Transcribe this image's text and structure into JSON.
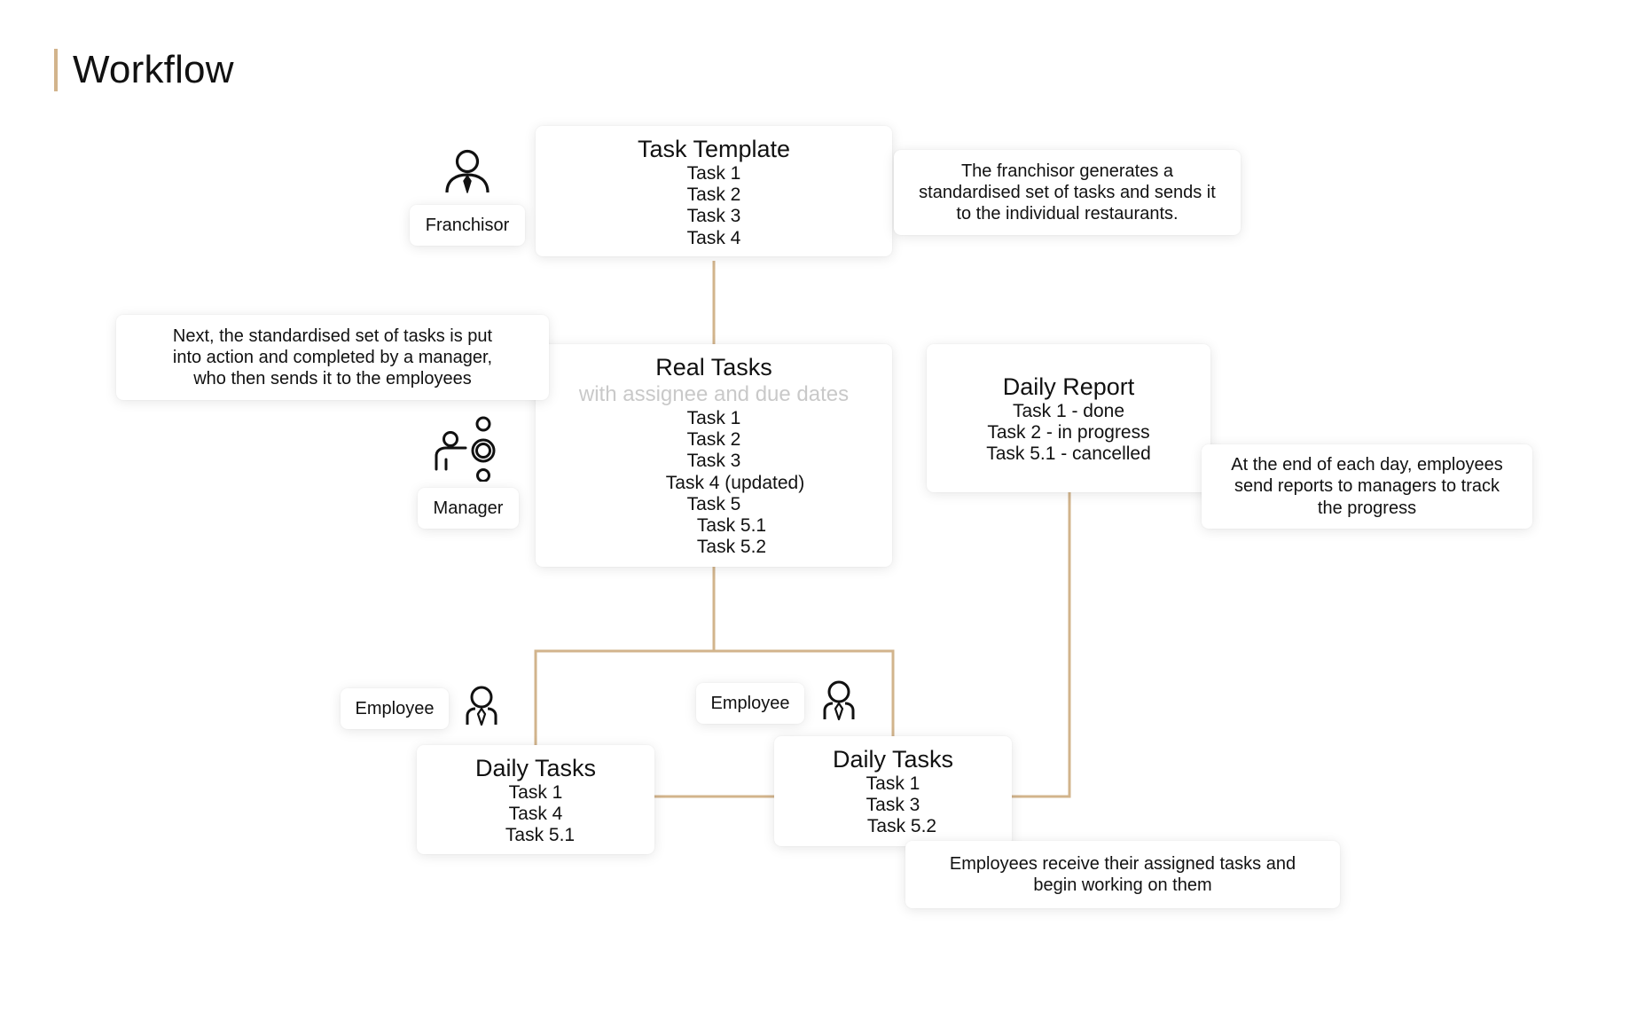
{
  "page": {
    "title": "Workflow"
  },
  "colors": {
    "accent": "#D2B48C",
    "line": "#D2B48C",
    "muted_text": "#c9c9c9"
  },
  "roles": {
    "franchisor": "Franchisor",
    "manager": "Manager",
    "employee_left": "Employee",
    "employee_right": "Employee"
  },
  "icons": {
    "franchisor": "person-with-tie-icon",
    "manager": "manager-delegating-icon",
    "employee_left": "employee-with-tie-icon",
    "employee_right": "employee-with-tie-icon"
  },
  "cards": {
    "task_template": {
      "title": "Task Template",
      "tasks": [
        "Task 1",
        "Task 2",
        "Task 3",
        "Task 4"
      ]
    },
    "real_tasks": {
      "title": "Real Tasks",
      "subtitle": "with assignee and due dates",
      "tasks": [
        "Task 1",
        "Task 2",
        "Task 3",
        "Task 4 (updated)",
        "Task 5",
        "Task 5.1",
        "Task 5.2"
      ]
    },
    "daily_report": {
      "title": "Daily Report",
      "tasks": [
        "Task 1 - done",
        "Task 2 - in progress",
        "Task 5.1 - cancelled"
      ]
    },
    "daily_tasks_left": {
      "title": "Daily Tasks",
      "tasks": [
        "Task 1",
        "Task 4",
        "Task 5.1"
      ]
    },
    "daily_tasks_right": {
      "title": "Daily Tasks",
      "tasks": [
        "Task 1",
        "Task 3",
        "Task 5.2"
      ]
    }
  },
  "notes": {
    "franchisor": [
      "The franchisor generates a",
      "standardised set of tasks and sends it",
      "to the individual restaurants."
    ],
    "manager": [
      "Next, the standardised set of tasks is put",
      "into action and completed by a manager,",
      "who then sends it to the employees"
    ],
    "report": [
      "At the end of each day, employees",
      "send reports to managers to track",
      "the progress"
    ],
    "employees": [
      "Employees receive their assigned tasks and",
      "begin working on them"
    ]
  }
}
